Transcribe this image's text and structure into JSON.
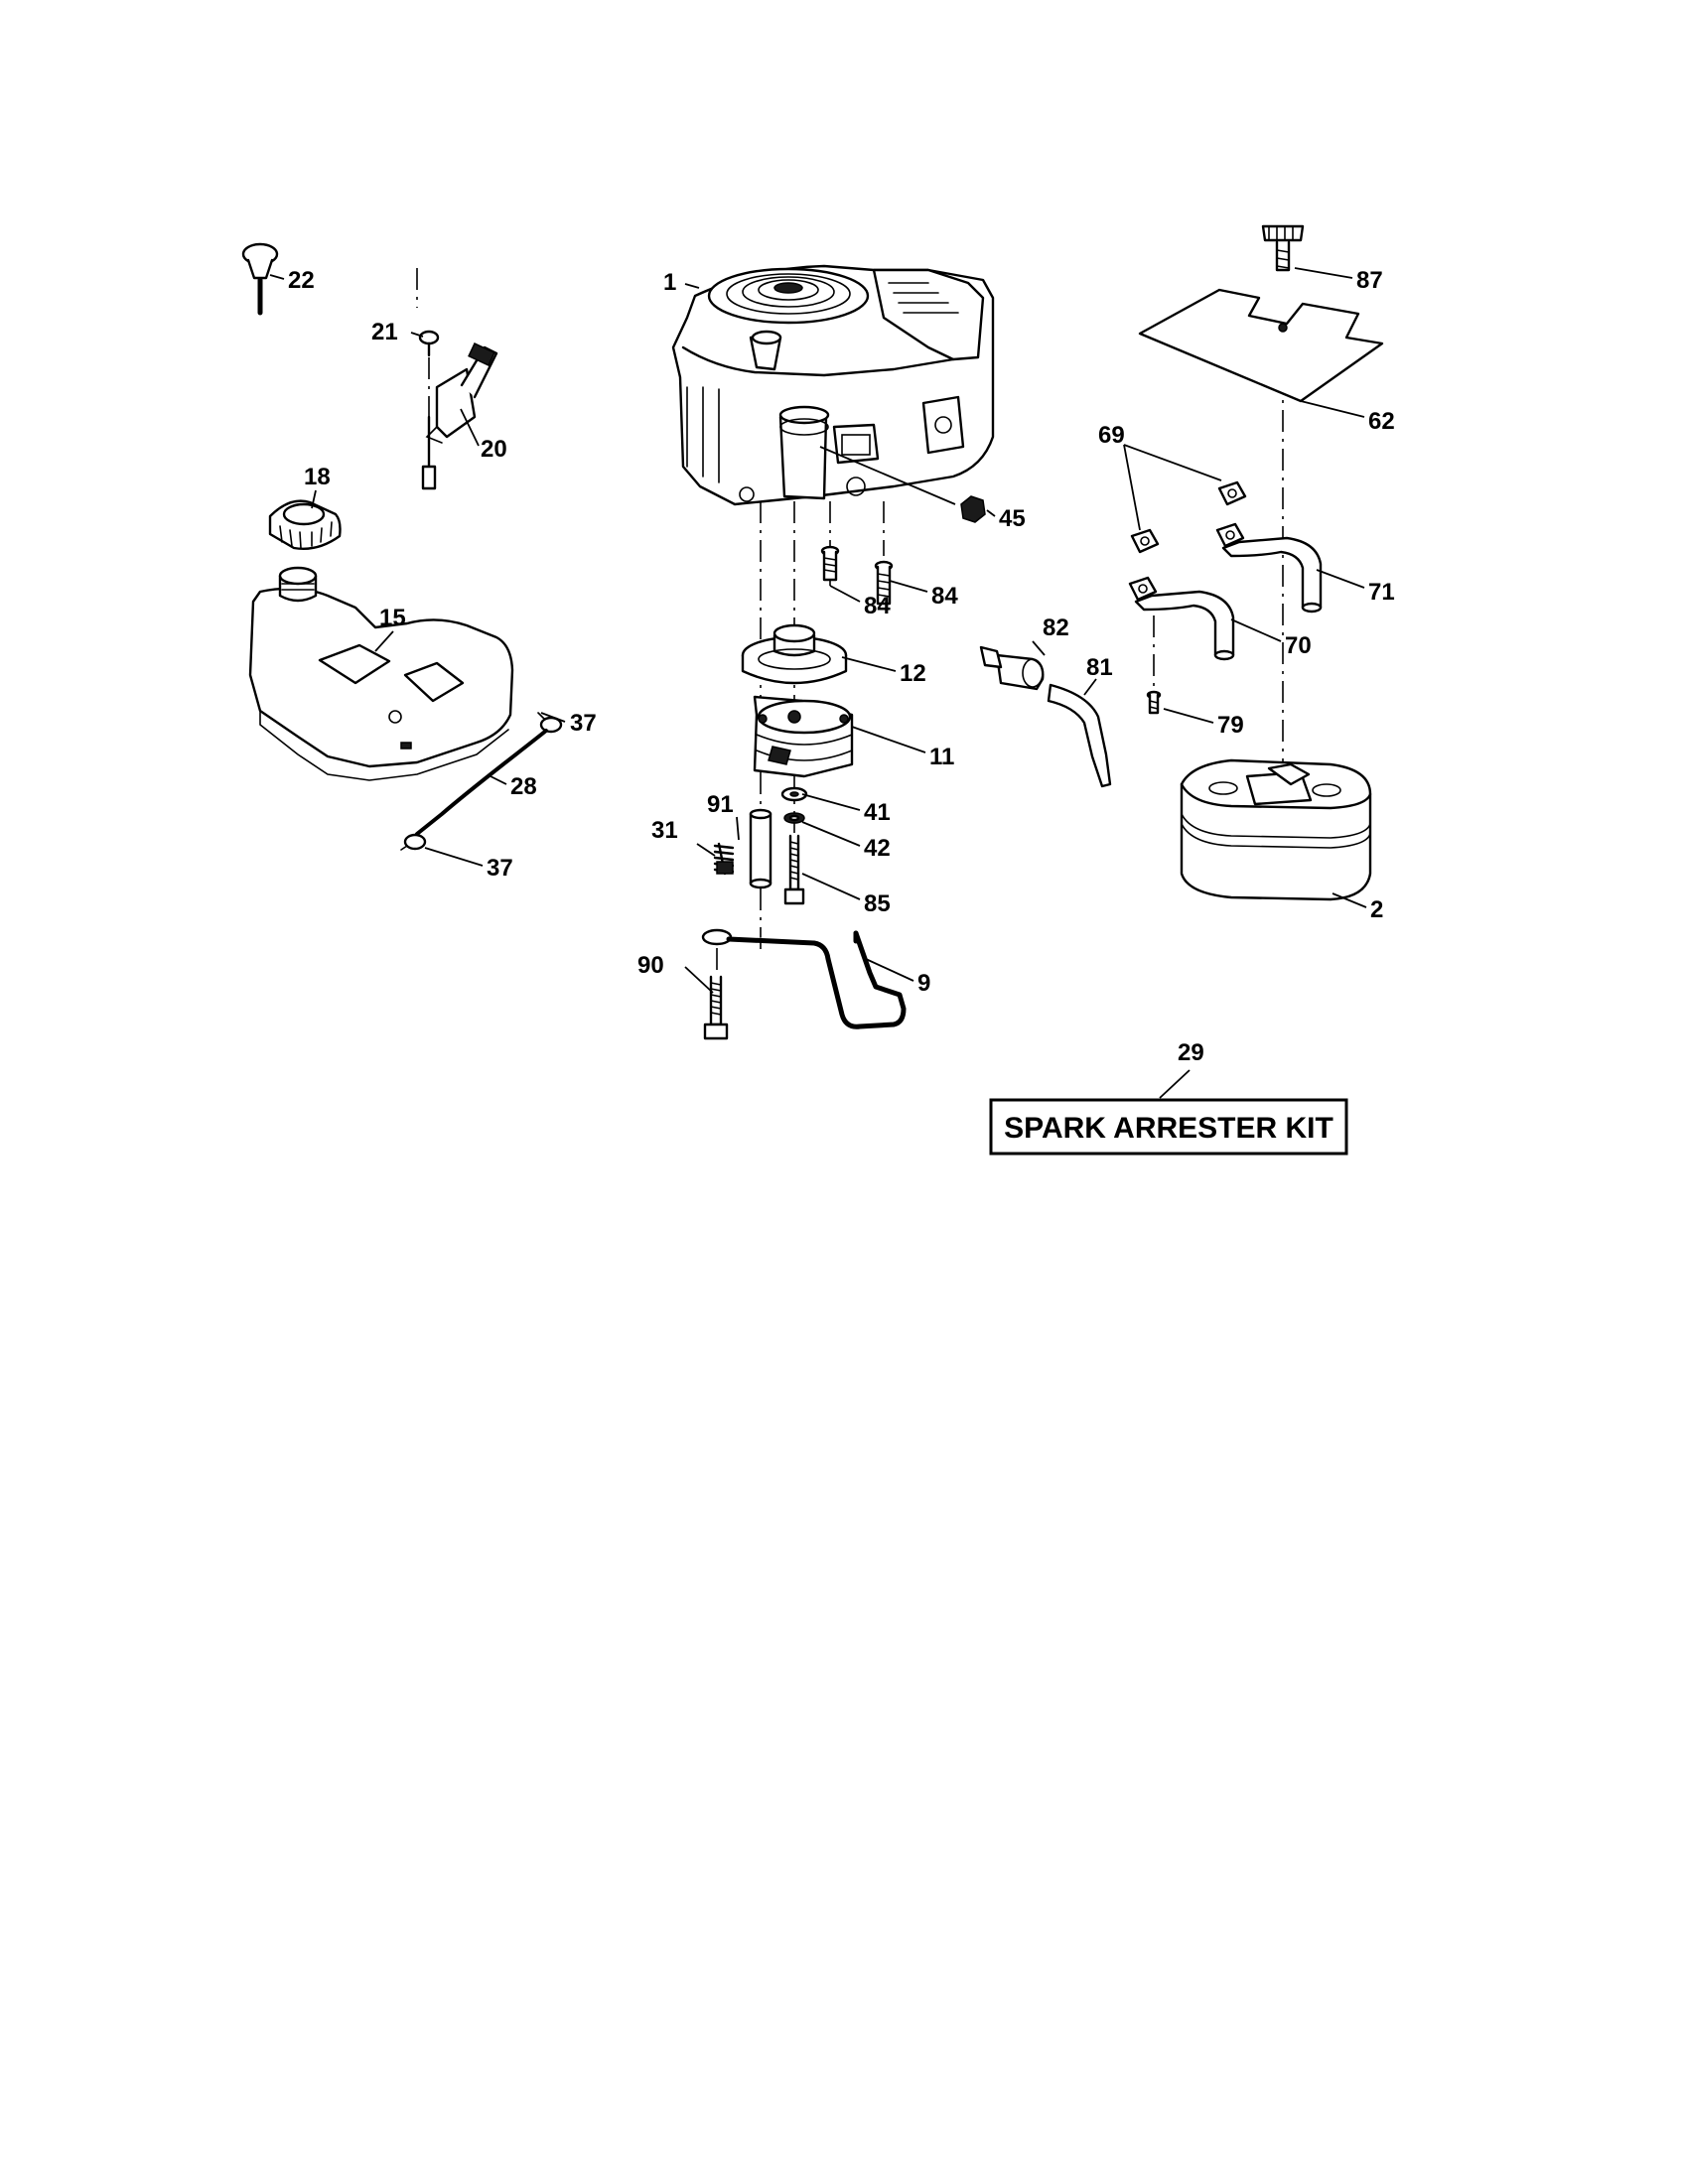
{
  "diagram": {
    "callouts": {
      "c1": "1",
      "c2": "2",
      "c9": "9",
      "c11": "11",
      "c12": "12",
      "c15": "15",
      "c18": "18",
      "c20": "20",
      "c21": "21",
      "c22": "22",
      "c28": "28",
      "c29": "29",
      "c31": "31",
      "c37a": "37",
      "c37b": "37",
      "c41": "41",
      "c42": "42",
      "c45": "45",
      "c62": "62",
      "c69": "69",
      "c70": "70",
      "c71": "71",
      "c79": "79",
      "c81": "81",
      "c82": "82",
      "c84a": "84",
      "c84b": "84",
      "c85": "85",
      "c87": "87",
      "c90": "90",
      "c91": "91"
    },
    "kit_label": "SPARK ARRESTER KIT"
  }
}
